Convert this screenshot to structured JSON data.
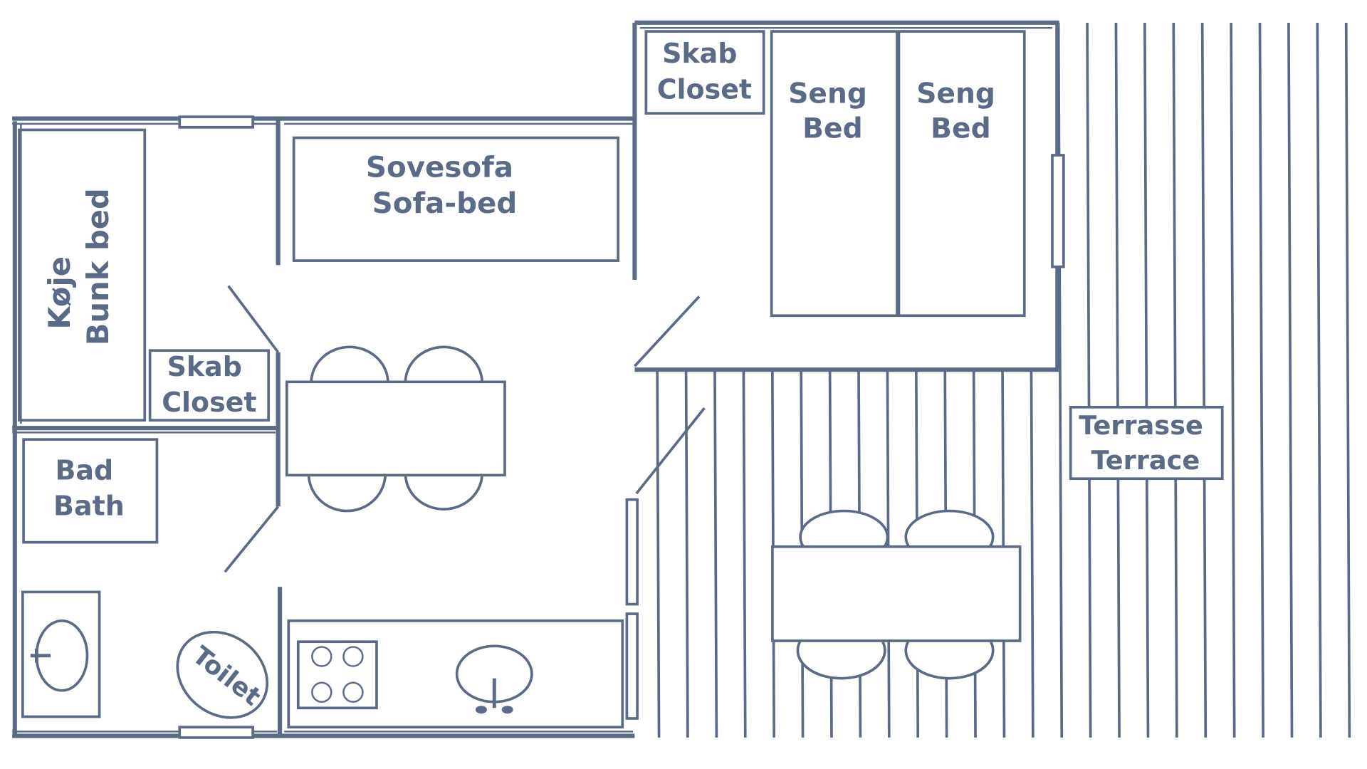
{
  "colors": {
    "line": "#5b6a87",
    "background": "#ffffff"
  },
  "labels": {
    "bunk_bed": [
      "Køje",
      "Bunk bed"
    ],
    "sofa_bed": [
      "Sovesofa",
      "Sofa-bed"
    ],
    "closet_left": [
      "Skab",
      "Closet"
    ],
    "closet_right": [
      "Skab",
      "Closet"
    ],
    "bed_1": [
      "Seng",
      "Bed"
    ],
    "bed_2": [
      "Seng",
      "Bed"
    ],
    "bath": [
      "Bad",
      "Bath"
    ],
    "toilet": "Toilet",
    "terrace": [
      "Terrasse",
      "Terrace"
    ]
  }
}
